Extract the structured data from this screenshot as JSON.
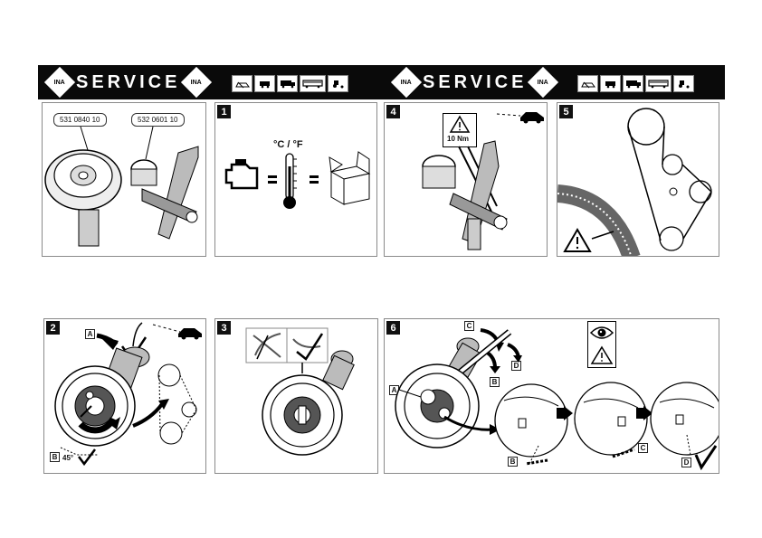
{
  "header": {
    "brand_left": "SERVICE",
    "brand_right": "SERVICE",
    "logo_text": "INA",
    "vehicle_icons": [
      "car-icon",
      "van-icon",
      "truck-icon",
      "bus-icon",
      "tractor-icon"
    ]
  },
  "panels": {
    "parts": {
      "part_1": "531 0840 10",
      "part_2": "532 0601 10"
    },
    "step1": {
      "number": "1",
      "temp_unit": "°C / °F"
    },
    "step4": {
      "number": "4",
      "torque": "10 Nm"
    },
    "step5": {
      "number": "5"
    },
    "step2": {
      "number": "2",
      "label_a": "A",
      "label_b": "B",
      "angle": "45°"
    },
    "step3": {
      "number": "3"
    },
    "step6": {
      "number": "6",
      "label_a": "A",
      "label_b": "B",
      "label_b2": "B",
      "label_c": "C",
      "label_c2": "C",
      "label_d": "D",
      "label_d2": "D"
    }
  },
  "colors": {
    "header_bg": "#0a0a0a",
    "border": "#8a8a8a"
  }
}
